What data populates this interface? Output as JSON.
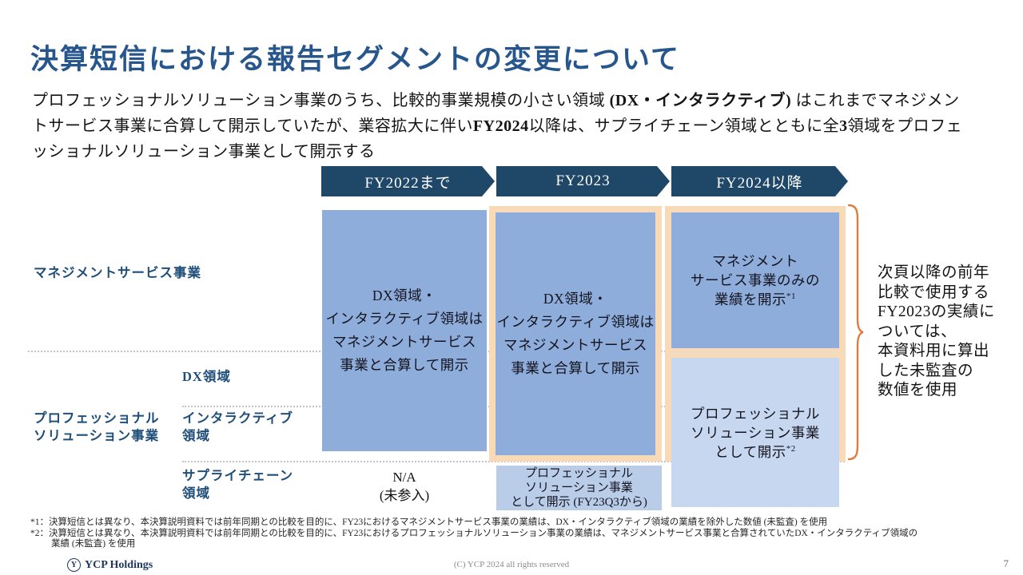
{
  "slide": {
    "title": "決算短信における報告セグメントの変更について"
  },
  "intro": {
    "l1a": "プロフェッショナルソリューション事業のうち、比較的事業規模の小さい領域 ",
    "l1b": "(DX・インタラクティブ)",
    "l1c": " はこれまでマネジメン",
    "l2a": "トサービス事業に合算して開示していたが、業容拡大に伴い",
    "l2b": "FY2024",
    "l2c": "以降は、サプライチェーン領域とともに全",
    "l2d": "3",
    "l2e": "領域をプロフェ",
    "l3": "ッショナルソリューション事業として開示する"
  },
  "headers": {
    "h1": "FY2022まで",
    "h2": "FY2023",
    "h3": "FY2024以降"
  },
  "rows": {
    "management": "マネジメントサービス事業",
    "professional_l1": "プロフェッショナル",
    "professional_l2": "ソリューション事業",
    "dx": "DX領域",
    "interactive_l1": "インタラクティブ",
    "interactive_l2": "領域",
    "supply_l1": "サプライチェーン",
    "supply_l2": "領域"
  },
  "boxes": {
    "fy22": {
      "lines": [
        "DX領域・",
        "インタラクティブ領域は",
        "マネジメントサービス",
        "事業と合算して開示"
      ]
    },
    "fy23": {
      "lines": [
        "DX領域・",
        "インタラクティブ領域は",
        "マネジメントサービス",
        "事業と合算して開示"
      ]
    },
    "fy23_bottom": {
      "lines": [
        "プロフェッショナル",
        "ソリューション事業",
        "として開示 (FY23Q3から)"
      ]
    },
    "fy24_top": {
      "l1": "マネジメント",
      "l2": "サービス事業のみの",
      "l3": "業績を開示",
      "sup": "*1"
    },
    "fy24_bottom": {
      "l1": "プロフェッショナル",
      "l2": "ソリューション事業",
      "l3": "として開示",
      "sup": "*2"
    },
    "na": {
      "l1": "N/A",
      "l2": "(未参入)"
    }
  },
  "note": {
    "lines": [
      "次頁以降の前年",
      "比較で使用する",
      "FY2023の実績に",
      "ついては、",
      "本資料用に算出",
      "した未監査の",
      "数値を使用"
    ]
  },
  "footnotes": {
    "f1": "*1：決算短信とは異なり、本決算説明資料では前年同期との比較を目的に、FY23におけるマネジメントサービス事業の業績は、DX・インタラクティブ領域の業績を除外した数値 (未監査) を使用",
    "f2": "*2：決算短信とは異なり、本決算説明資料では前年同期との比較を目的に、FY23におけるプロフェッショナルソリューション事業の業績は、マネジメントサービス事業と合算されていたDX・インタラクティブ領域の",
    "f3": "業績 (未監査) を使用"
  },
  "footer": {
    "logo_letter": "Y",
    "brand": "YCP Holdings",
    "copyright": "(C) YCP 2024 all rights reserved",
    "page": "7"
  },
  "colors": {
    "title_blue": "#27568C",
    "accent_navy": "#1F4768",
    "label_blue": "#1F4E79",
    "box_blue": "#8EADDB",
    "box_light_blue_fy24": "#C8D7F0",
    "box_light_blue_fy23": "#B9CDE9",
    "panel_orange": "#F8DAB8",
    "brace_orange": "#E07B39"
  }
}
